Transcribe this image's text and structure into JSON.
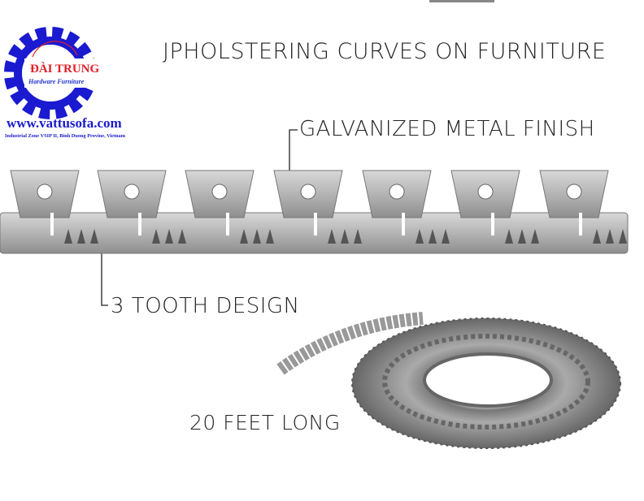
{
  "logo": {
    "brand": "ĐÀI TRUNG",
    "tagline": "Hardware Furniture",
    "website": "www.vattusofa.com",
    "address": "Industrial Zone VSIP II, Binh Duong Provine, Vietnam",
    "brand_color": "#1a1ad0",
    "accent_color": "#e0202a"
  },
  "captions": {
    "title": "JPHOLSTERING CURVES ON FURNITURE",
    "finish": "GALVANIZED METAL FINISH",
    "teeth": "3 TOOTH DESIGN",
    "length": "20 FEET LONG"
  }
}
